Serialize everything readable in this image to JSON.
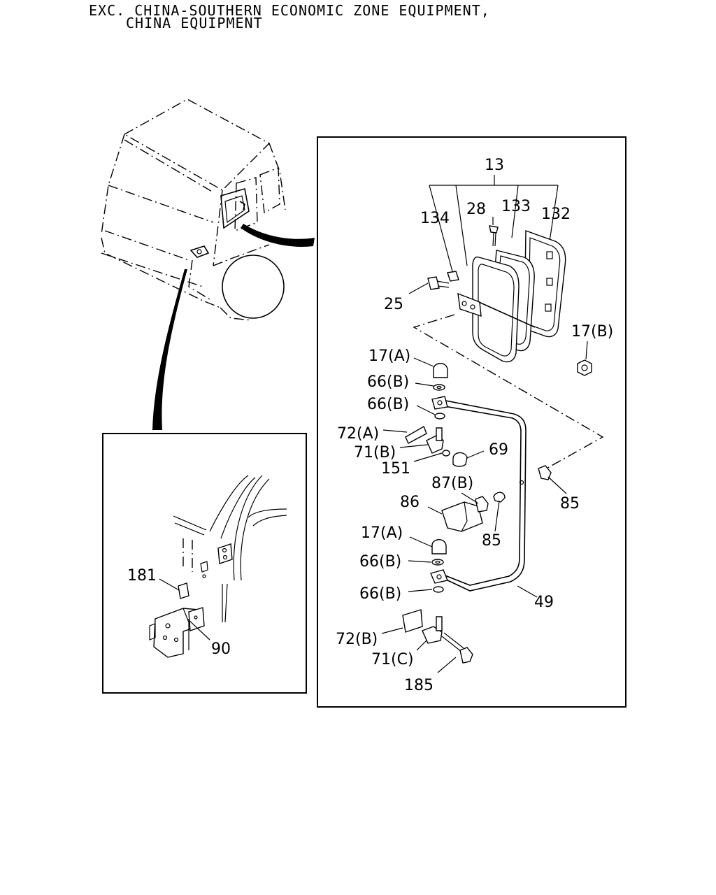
{
  "header": {
    "line1": "EXC. CHINA-SOUTHERN ECONOMIC ZONE EQUIPMENT,",
    "line2": "CHINA EQUIPMENT"
  },
  "callouts": {
    "c13": "13",
    "c134": "134",
    "c28": "28",
    "c133": "133",
    "c132": "132",
    "c25": "25",
    "c17b": "17(B)",
    "c17a_top": "17(A)",
    "c66b_1": "66(B)",
    "c66b_2": "66(B)",
    "c72a": "72(A)",
    "c71b": "71(B)",
    "c69": "69",
    "c151": "151",
    "c87b": "87(B)",
    "c85_right": "85",
    "c86": "86",
    "c85_mid": "85",
    "c17a_low": "17(A)",
    "c66b_3": "66(B)",
    "c66b_4": "66(B)",
    "c49": "49",
    "c72b": "72(B)",
    "c71c": "71(C)",
    "c185": "185",
    "c181": "181",
    "c90": "90"
  }
}
